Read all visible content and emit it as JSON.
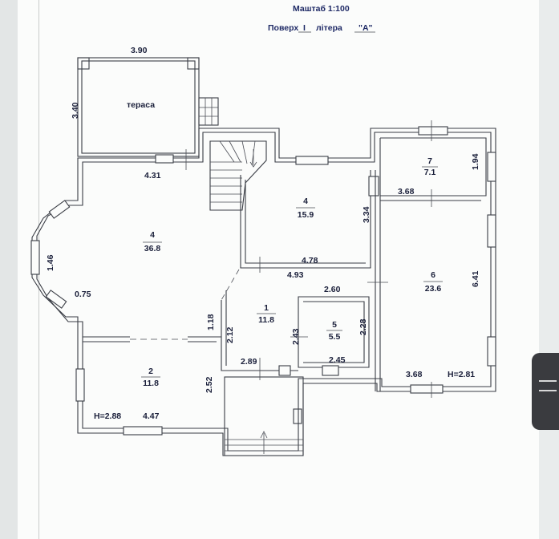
{
  "header": {
    "scale_text": "Маштаб 1:100",
    "floor_label": "Поверх",
    "floor_value": "I",
    "litera_label": "літера",
    "litera_value": "\"А\""
  },
  "terrace": {
    "label": "тераса"
  },
  "rooms": [
    {
      "id": "room-4-large",
      "number": "4",
      "area": "36.8"
    },
    {
      "id": "room-4-small",
      "number": "4",
      "area": "15.9"
    },
    {
      "id": "room-7",
      "number": "7",
      "area": "7.1"
    },
    {
      "id": "room-6",
      "number": "6",
      "area": "23.6"
    },
    {
      "id": "room-1",
      "number": "1",
      "area": "11.8"
    },
    {
      "id": "room-5",
      "number": "5",
      "area": "5.5"
    },
    {
      "id": "room-2",
      "number": "2",
      "area": "11.8"
    }
  ],
  "dimensions": [
    "3.90",
    "3.40",
    "4.31",
    "1.46",
    "0.75",
    "3.34",
    "4.78",
    "4.93",
    "2.60",
    "1.94",
    "3.68",
    "6.41",
    "1.18",
    "2.12",
    "2.43",
    "2.28",
    "2.89",
    "2.45",
    "2.52",
    "4.47",
    "3.68"
  ],
  "heights": [
    "H=2.88",
    "H=2.81"
  ]
}
